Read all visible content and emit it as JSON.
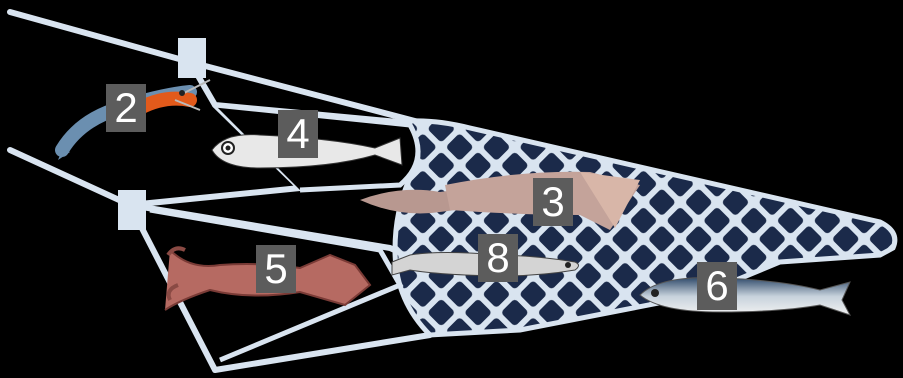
{
  "colors": {
    "background": "#000000",
    "net": "#d9e4f0",
    "net_mesh": "#1b2a4a",
    "badge_bg": "#5c5c5c",
    "badge_text": "#ffffff"
  },
  "organisms": [
    {
      "id": "shrimp",
      "icon": "shrimp-icon",
      "label": "2"
    },
    {
      "id": "lanternfish",
      "icon": "lanternfish-icon",
      "label": "4"
    },
    {
      "id": "squid-large",
      "icon": "squid-icon",
      "label": "3"
    },
    {
      "id": "squid-red",
      "icon": "red-squid-icon",
      "label": "5"
    },
    {
      "id": "hatchetfish",
      "icon": "slender-fish-icon",
      "label": "8"
    },
    {
      "id": "mackerel",
      "icon": "mackerel-icon",
      "label": "6"
    }
  ]
}
